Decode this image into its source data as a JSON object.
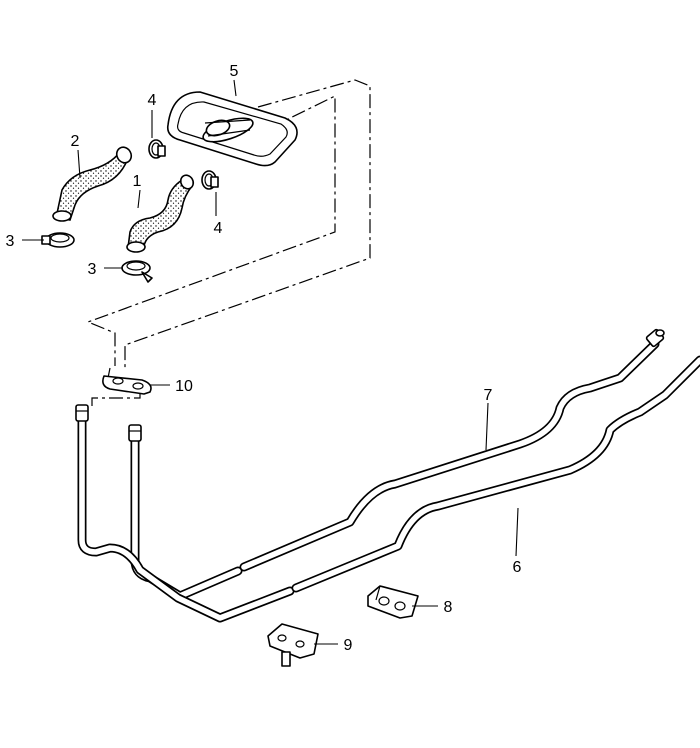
{
  "callouts": [
    {
      "id": "c1",
      "label": "1"
    },
    {
      "id": "c2",
      "label": "2"
    },
    {
      "id": "c3a",
      "label": "3"
    },
    {
      "id": "c3b",
      "label": "3"
    },
    {
      "id": "c4a",
      "label": "4"
    },
    {
      "id": "c4b",
      "label": "4"
    },
    {
      "id": "c5",
      "label": "5"
    },
    {
      "id": "c6",
      "label": "6"
    },
    {
      "id": "c7",
      "label": "7"
    },
    {
      "id": "c8",
      "label": "8"
    },
    {
      "id": "c9",
      "label": "9"
    },
    {
      "id": "c10",
      "label": "10"
    }
  ]
}
